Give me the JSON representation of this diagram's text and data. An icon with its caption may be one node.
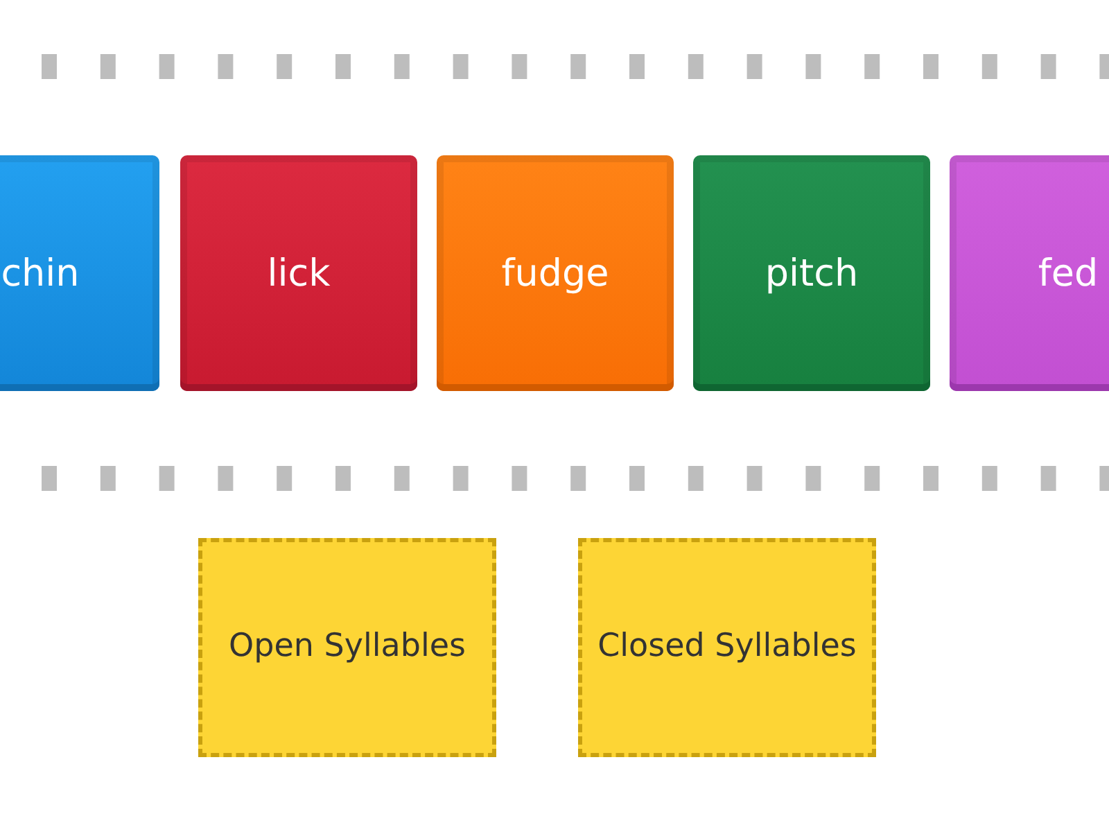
{
  "diagram": {
    "nodes": [
      {
        "text": [
          "chin"
        ]
      },
      {
        "text": [
          "lick"
        ]
      },
      {
        "text": [
          "fudge"
        ]
      },
      {
        "text": [
          "pitch"
        ]
      },
      {
        "text": [
          "fed"
        ]
      },
      {
        "text": [
          "Open Syllables"
        ]
      },
      {
        "text": [
          "Closed Syllables"
        ]
      }
    ]
  }
}
